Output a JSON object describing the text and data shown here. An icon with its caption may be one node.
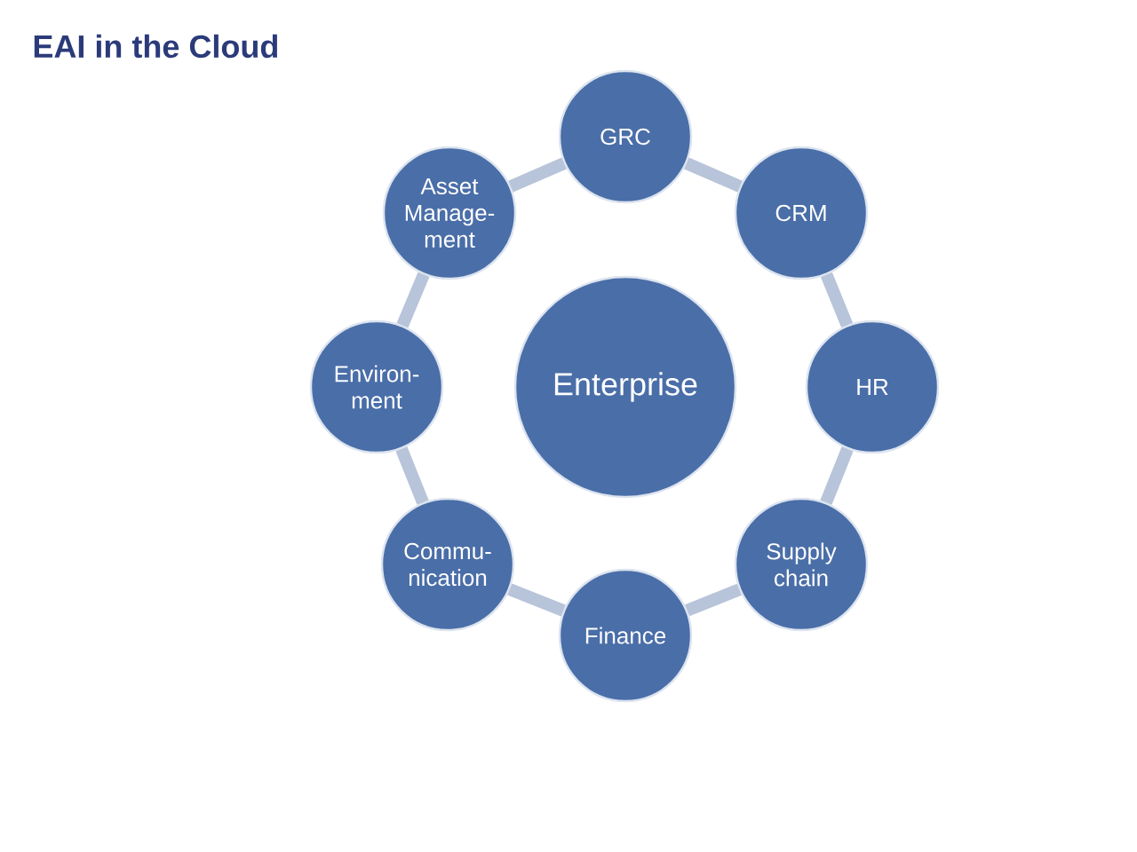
{
  "diagram": {
    "title": "EAI in the Cloud",
    "nodes": [
      {
        "text": [
          "Enterprise"
        ]
      },
      {
        "text": [
          "GRC"
        ]
      },
      {
        "text": [
          "CRM"
        ]
      },
      {
        "text": [
          "HR"
        ]
      },
      {
        "text": [
          "Supply chain"
        ]
      },
      {
        "text": [
          "Finance"
        ]
      },
      {
        "text": [
          "Commu- nication"
        ]
      },
      {
        "text": [
          "Environ- ment"
        ]
      },
      {
        "text": [
          "Asset Manage- ment"
        ]
      }
    ],
    "edges": [
      {
        "from": 1,
        "to": 2,
        "arrow": "none"
      },
      {
        "from": 2,
        "to": 3,
        "arrow": "none"
      },
      {
        "from": 3,
        "to": 4,
        "arrow": "none"
      },
      {
        "from": 4,
        "to": 5,
        "arrow": "none"
      },
      {
        "from": 5,
        "to": 6,
        "arrow": "none"
      },
      {
        "from": 6,
        "to": 7,
        "arrow": "none"
      },
      {
        "from": 7,
        "to": 8,
        "arrow": "none"
      },
      {
        "from": 8,
        "to": 1,
        "arrow": "none"
      }
    ]
  }
}
